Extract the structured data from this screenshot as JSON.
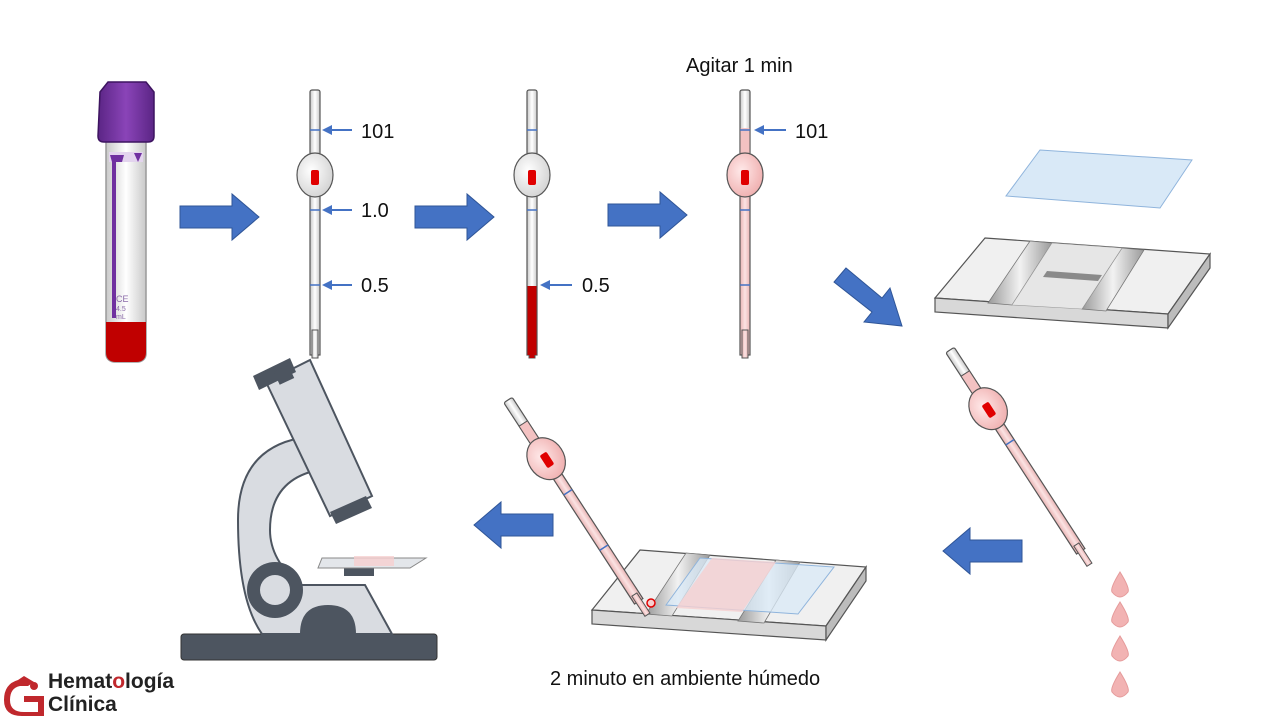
{
  "diagram": {
    "step1_marks": [
      "101",
      "1.0",
      "0.5"
    ],
    "step2_mark": "0.5",
    "step3_title": "Agitar 1 min",
    "step3_mark": "101",
    "caption_bottom": "2 minuto en ambiente húmedo",
    "tube_label_lines": [
      "CE",
      "4.5",
      "mL"
    ]
  },
  "logo": {
    "line1_prefix": "Hemat",
    "line1_accent": "o",
    "line1_suffix": "logía",
    "line2": "Clínica"
  },
  "colors": {
    "arrow": "#4472c4",
    "blood": "#c00000",
    "diluted": "#f6cfcf",
    "cap": "#7030a0",
    "microscope": "#d9dce1",
    "microscope_dark": "#4d5560",
    "coverslip": "#cfe1f3",
    "logo_accent": "#c0282d"
  }
}
